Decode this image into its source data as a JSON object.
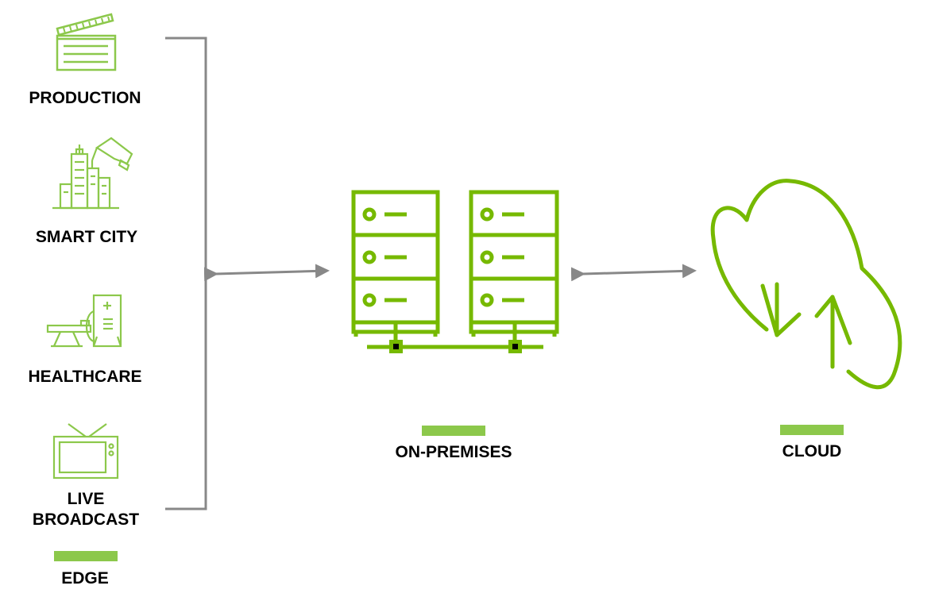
{
  "edge": {
    "items": [
      {
        "label": "PRODUCTION",
        "icon": "clapperboard-icon"
      },
      {
        "label": "SMART CITY",
        "icon": "city-camera-icon"
      },
      {
        "label": "HEALTHCARE",
        "icon": "medical-scanner-icon"
      },
      {
        "label_line1": "LIVE",
        "label_line2": "BROADCAST",
        "icon": "television-icon"
      }
    ],
    "title": "EDGE"
  },
  "on_premises": {
    "title": "ON-PREMISES",
    "icon": "server-racks-icon"
  },
  "cloud": {
    "title": "CLOUD",
    "icon": "cloud-sync-icon"
  },
  "colors": {
    "accent": "#8cc84b",
    "icon_line": "#76b900",
    "arrow": "#888888",
    "text": "#000000"
  }
}
